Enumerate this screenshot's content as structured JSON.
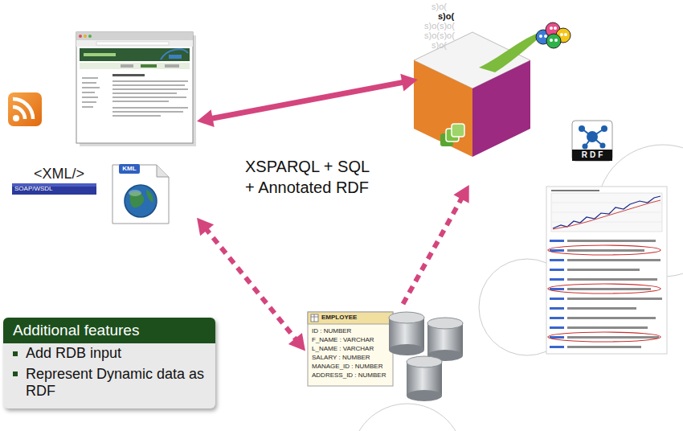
{
  "diagram": {
    "nodes": [
      {
        "text": [
          "<XML/>",
          "SOAP/WSDL",
          "KML"
        ]
      },
      {
        "text": [
          "s)o(",
          "RDF"
        ]
      },
      {
        "text": [
          "EMPLOYEE",
          "ID : NUMBER",
          "F_NAME : VARCHAR",
          "L_NAME : VARCHAR",
          "SALARY : NUMBER",
          "MANAGE_ID : NUMBER",
          "ADDRESS_ID : NUMBER"
        ]
      },
      {
        "text": [
          "Additional features",
          "Add RDB input",
          "Represent Dynamic data as RDF"
        ]
      }
    ],
    "edges": [
      {
        "from": 0,
        "to": 1,
        "arrow": "both"
      },
      {
        "from": 0,
        "to": 2,
        "arrow": "both"
      },
      {
        "from": 2,
        "to": 1,
        "arrow": "to"
      }
    ],
    "labels": [
      "s)o(",
      "s)o(s)o(",
      "s)o(s)o(",
      "s)o(",
      "XSPARQL + SQL + Annotated RDF"
    ]
  }
}
